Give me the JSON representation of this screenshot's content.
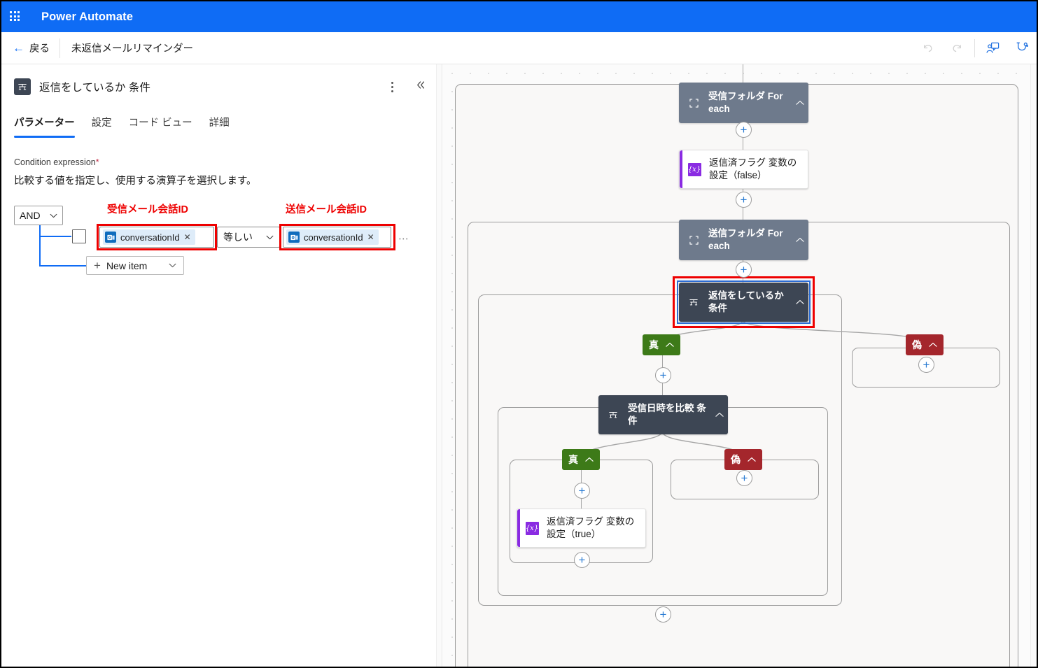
{
  "brand": {
    "waffle_icon": "app-launcher-grid-icon",
    "title": "Power Automate"
  },
  "commandbar": {
    "back_label": "戻る",
    "back_icon": "arrow-left-icon",
    "flow_name": "未返信メールリマインダー",
    "undo_icon": "undo-icon",
    "redo_icon": "redo-icon",
    "copilot_icon": "copilot-feedback-icon",
    "flowchecker_icon": "flow-checker-stethoscope-icon"
  },
  "panel": {
    "node_icon": "condition-icon",
    "title": "返信をしているか 条件",
    "more_icon": "more-vertical-icon",
    "collapse_icon": "chevron-double-left-icon",
    "tabs": [
      {
        "label": "パラメーター",
        "active": true
      },
      {
        "label": "設定",
        "active": false
      },
      {
        "label": "コード ビュー",
        "active": false
      },
      {
        "label": "詳細",
        "active": false
      }
    ],
    "field_label": "Condition expression",
    "required_mark": "*",
    "field_description": "比較する値を指定し、使用する演算子を選択します。",
    "logic_operator": "AND",
    "chevron_icon": "chevron-down-icon",
    "annotations": {
      "left": "受信メール会話ID",
      "right": "送信メール会話ID"
    },
    "row": {
      "left_token": "conversationId",
      "left_token_icon": "outlook-icon",
      "operator": "等しい",
      "right_token": "conversationId",
      "right_token_icon": "outlook-icon",
      "remove_icon": "close-icon",
      "row_more_icon": "ellipsis-icon"
    },
    "new_item_label": "New item",
    "new_item_plus": "+"
  },
  "canvas": {
    "plus_glyph": "+",
    "chevron_up_icon": "chevron-up-icon",
    "nodes": [
      {
        "id": "inbox-foreach",
        "label": "受信フォルダ For each",
        "type": "scope",
        "icon": "foreach-icon"
      },
      {
        "id": "set-flag-false",
        "label": "返信済フラグ 変数の設定（false）",
        "type": "action",
        "icon": "variable-icon"
      },
      {
        "id": "sent-foreach",
        "label": "送信フォルダ For each",
        "type": "scope",
        "icon": "foreach-icon"
      },
      {
        "id": "replied-cond",
        "label": "返信をしているか 条件",
        "type": "cond",
        "icon": "condition-icon",
        "selected": true
      },
      {
        "id": "datetime-cond",
        "label": "受信日時を比較 条件",
        "type": "cond",
        "icon": "condition-icon"
      },
      {
        "id": "set-flag-true",
        "label": "返信済フラグ 変数の設定（true）",
        "type": "action",
        "icon": "variable-icon"
      }
    ],
    "branches": {
      "true_label": "真",
      "false_label": "偽"
    }
  },
  "colors": {
    "brand_blue": "#0f6cf5",
    "scope_node": "#6e7a8c",
    "condition_node": "#3d4654",
    "true_badge": "#3d7a18",
    "false_badge": "#a4262c",
    "variable_accent": "#8a2be2",
    "annotation_red": "#ee0000",
    "selection_blue": "#2b6cd4"
  }
}
